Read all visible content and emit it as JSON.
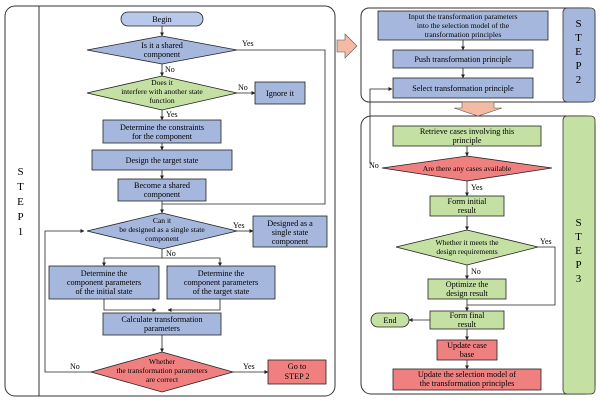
{
  "step_labels": {
    "step1": [
      "S",
      "T",
      "E",
      "P",
      "1"
    ],
    "step2": [
      "S",
      "T",
      "E",
      "P",
      "2"
    ],
    "step3": [
      "S",
      "T",
      "E",
      "P",
      "3"
    ]
  },
  "step1": {
    "begin": "Begin",
    "q_shared": [
      "Is it a shared",
      "component"
    ],
    "q_interfere": [
      "Does it",
      "interfere with another state",
      "function"
    ],
    "ignore": "Ignore it",
    "constraints": [
      "Determine the constraints",
      "for the component"
    ],
    "design_target": "Design the target state",
    "become_shared": [
      "Become a shared",
      "component"
    ],
    "q_single": [
      "Can it",
      "be designed as a single state",
      "component"
    ],
    "designed_single": [
      "Designed as a",
      "single state",
      "component"
    ],
    "params_initial": [
      "Determine the",
      "component parameters",
      "of the initial state"
    ],
    "params_target": [
      "Determine the",
      "component parameters",
      "of the target state"
    ],
    "calc_params": [
      "Calculate transformation",
      "parameters"
    ],
    "q_correct": [
      "Whether",
      "the transformation parameters",
      "are correct"
    ],
    "goto_step2": [
      "Go to",
      "STEP 2"
    ]
  },
  "step2": {
    "input_params": [
      "Input the transformation parameters",
      "into the selection model of the",
      "transformation principles"
    ],
    "push": "Push transformation principle",
    "select": "Select transformation principle"
  },
  "step3": {
    "retrieve": [
      "Retrieve cases involving this",
      "principle"
    ],
    "q_cases": "Are there any cases available",
    "form_initial": [
      "Form initial",
      "result"
    ],
    "q_requirements": [
      "Whether it meets the",
      "design requirements"
    ],
    "optimize": [
      "Optimize the",
      "design result"
    ],
    "end": "End",
    "form_final": [
      "Form final",
      "result"
    ],
    "update_base": [
      "Update case",
      "base"
    ],
    "update_model": [
      "Update  the selection model of",
      "the transformation principles"
    ]
  },
  "edge_labels": {
    "yes": "Yes",
    "no": "No"
  },
  "colors": {
    "process_blue": "#a6b7dd",
    "decision_green": "#c4e0a2",
    "decision_red": "#f08080",
    "terminal_blue": "#b8c8ea",
    "terminal_green": "#c4e0a2",
    "arrow_salmon": "#f3bba3",
    "stroke": "#222222"
  }
}
